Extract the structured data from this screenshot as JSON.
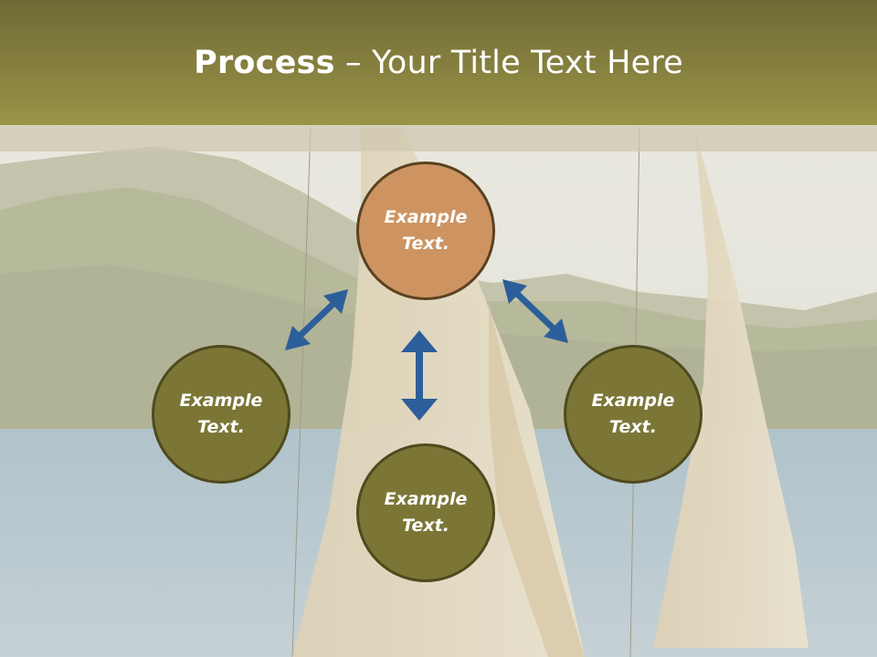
{
  "title": {
    "bold": "Process",
    "rest": " – Your Title Text Here"
  },
  "nodes": {
    "center": "Example\nText.",
    "left": "Example\nText.",
    "bottom": "Example\nText.",
    "right": "Example\nText."
  },
  "colors": {
    "title_bar": "#8a843f",
    "highlight_node": "#cd9462",
    "node": "#7b7636",
    "arrow": "#2c5f9a"
  }
}
